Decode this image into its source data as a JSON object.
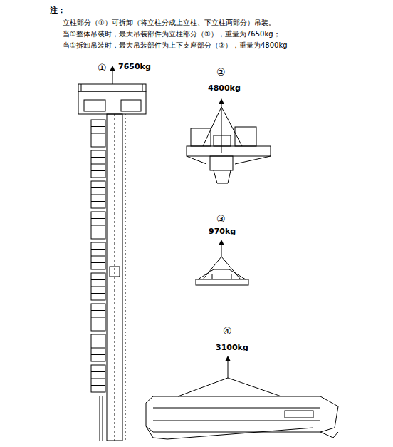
{
  "diagram": {
    "labels": [
      "注：",
      "立柱部分（①）可拆卸（将立柱分成上立柱、下立柱两部分）吊装。",
      "当①整体吊装时，最大吊装部件为立柱部分（①），重量为7650kg；",
      "当①拆卸吊装时，最大吊装部件为上下支座部分（②），重量为4800kg",
      "①",
      "7650kg",
      "②",
      "4800kg",
      "③",
      "970kg",
      "④",
      "3100kg"
    ]
  }
}
